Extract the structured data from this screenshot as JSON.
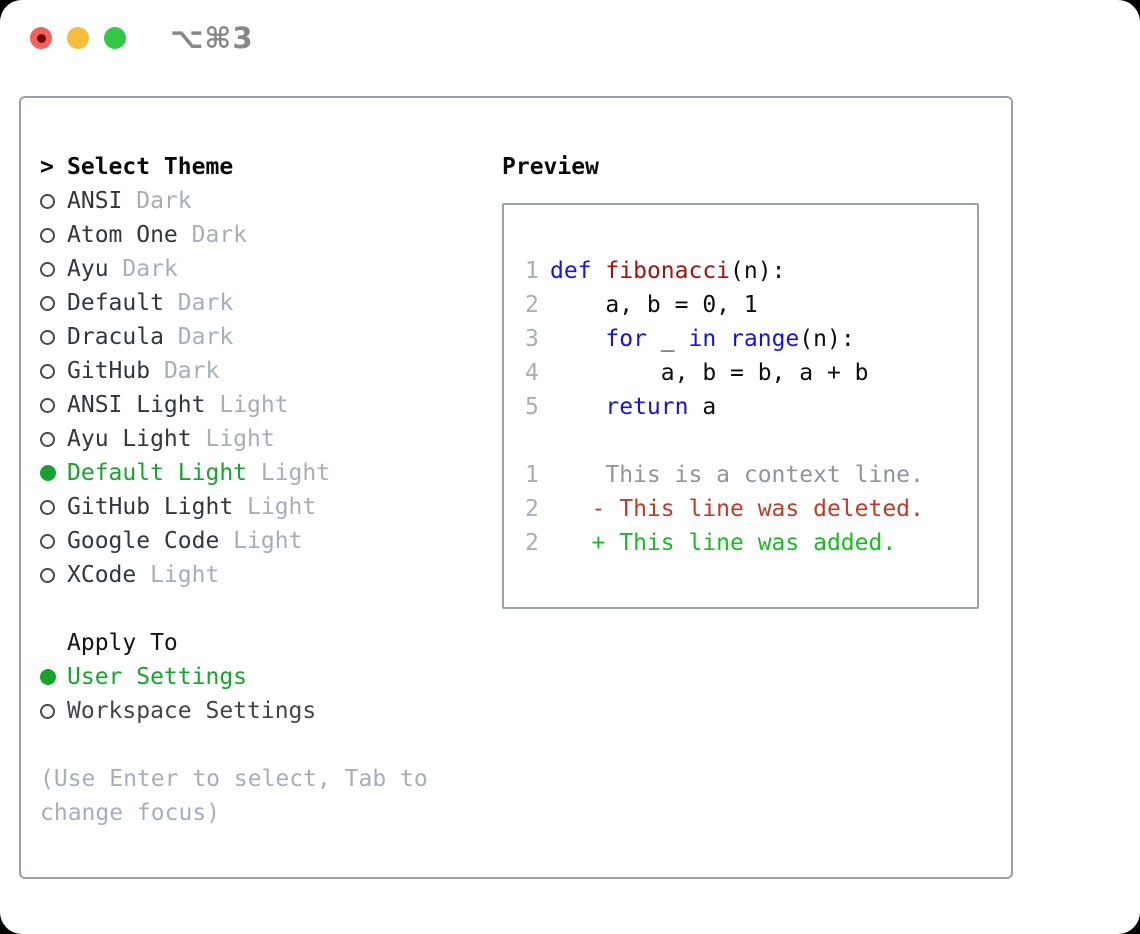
{
  "window": {
    "title": "⌥⌘3",
    "traffic_lights": [
      "close",
      "minimize",
      "zoom"
    ]
  },
  "theme_list": {
    "prompt": ">",
    "header": "Select Theme",
    "items": [
      {
        "name": "ANSI",
        "variant": "Dark",
        "selected": false
      },
      {
        "name": "Atom One",
        "variant": "Dark",
        "selected": false
      },
      {
        "name": "Ayu",
        "variant": "Dark",
        "selected": false
      },
      {
        "name": "Default",
        "variant": "Dark",
        "selected": false
      },
      {
        "name": "Dracula",
        "variant": "Dark",
        "selected": false
      },
      {
        "name": "GitHub",
        "variant": "Dark",
        "selected": false
      },
      {
        "name": "ANSI Light",
        "variant": "Light",
        "selected": false
      },
      {
        "name": "Ayu Light",
        "variant": "Light",
        "selected": false
      },
      {
        "name": "Default Light",
        "variant": "Light",
        "selected": true
      },
      {
        "name": "GitHub Light",
        "variant": "Light",
        "selected": false
      },
      {
        "name": "Google Code",
        "variant": "Light",
        "selected": false
      },
      {
        "name": "XCode",
        "variant": "Light",
        "selected": false
      }
    ]
  },
  "apply_to": {
    "header": "Apply To",
    "options": [
      {
        "label": "User Settings",
        "selected": true
      },
      {
        "label": "Workspace Settings",
        "selected": false
      }
    ]
  },
  "help": {
    "line1": "(Use Enter to select, Tab to",
    "line2": "change focus)"
  },
  "preview": {
    "title": "Preview",
    "code_lines": [
      {
        "num": "1",
        "tokens": [
          {
            "t": "def",
            "c": "kw"
          },
          {
            "t": " ",
            "c": "plain"
          },
          {
            "t": "fibonacci",
            "c": "fn"
          },
          {
            "t": "(n):",
            "c": "plain"
          }
        ]
      },
      {
        "num": "2",
        "tokens": [
          {
            "t": "    a, b = 0, 1",
            "c": "plain"
          }
        ]
      },
      {
        "num": "3",
        "tokens": [
          {
            "t": "    ",
            "c": "plain"
          },
          {
            "t": "for",
            "c": "kw"
          },
          {
            "t": " _ ",
            "c": "plain"
          },
          {
            "t": "in",
            "c": "kw"
          },
          {
            "t": " ",
            "c": "plain"
          },
          {
            "t": "range",
            "c": "kw"
          },
          {
            "t": "(n):",
            "c": "plain"
          }
        ]
      },
      {
        "num": "4",
        "tokens": [
          {
            "t": "        a, b = b, a + b",
            "c": "plain"
          }
        ]
      },
      {
        "num": "5",
        "tokens": [
          {
            "t": "    ",
            "c": "plain"
          },
          {
            "t": "return",
            "c": "kw"
          },
          {
            "t": " a",
            "c": "plain"
          }
        ]
      },
      {
        "num": "",
        "tokens": []
      },
      {
        "num": "1",
        "tokens": [
          {
            "t": "    This is a context line.",
            "c": "ctx"
          }
        ]
      },
      {
        "num": "2",
        "tokens": [
          {
            "t": "   - This line was deleted.",
            "c": "del"
          }
        ]
      },
      {
        "num": "2",
        "tokens": [
          {
            "t": "   + This line was added.",
            "c": "add"
          }
        ]
      }
    ]
  },
  "colors": {
    "green": "#16a42e",
    "kw": "#1414e0",
    "fn": "#a31212",
    "del": "#c23a27",
    "add": "#17bd20",
    "muted": "#a6aeba",
    "ctx": "#8d959e",
    "border": "#9aa2ae",
    "dark": "#30373d",
    "titlegray": "#87878b"
  }
}
